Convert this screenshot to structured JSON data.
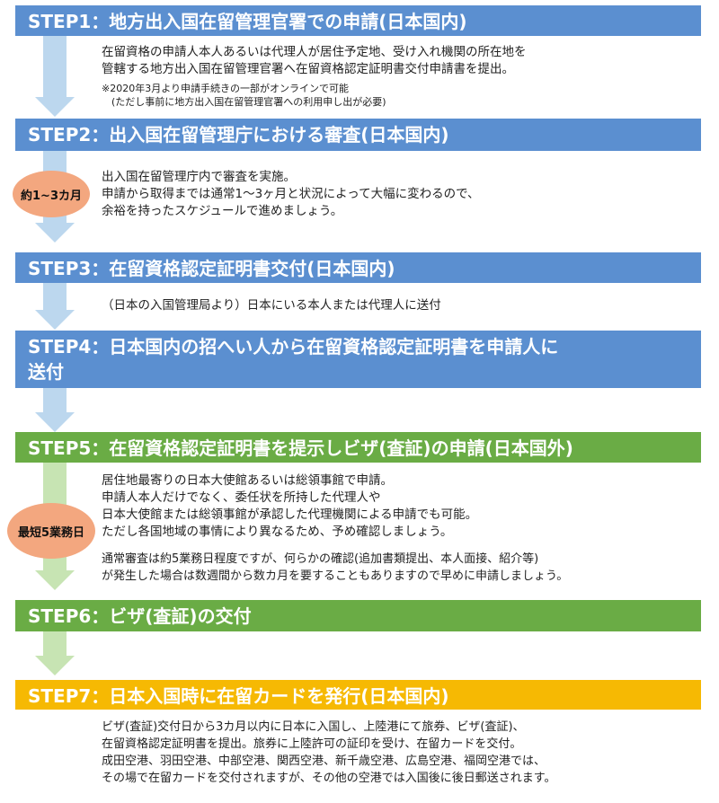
{
  "steps": [
    {
      "label": "STEP1：地方出入国在留管理官署での申請(日本国内)",
      "color": "#5b8fd0"
    },
    {
      "label": "STEP2：出入国在留管理庁における審査(日本国内)",
      "color": "#5b8fd0"
    },
    {
      "label": "STEP3：在留資格認定証明書交付(日本国内)",
      "color": "#5b8fd0"
    },
    {
      "label": "STEP4：日本国内の招へい人から在留資格認定証明書を申請人に\n送付",
      "color": "#5b8fd0"
    },
    {
      "label": "STEP5：在留資格認定証明書を提示しビザ(査証)の申請(日本国外)",
      "color": "#6aac45"
    },
    {
      "label": "STEP6：ビザ(査証)の交付",
      "color": "#6aac45"
    },
    {
      "label": "STEP7：日本入国時に在留カードを発行(日本国内)",
      "color": "#f6b903"
    }
  ],
  "step1_desc": [
    "在留資格の申請人本人あるいは代理人が居住予定地、受け入れ機関の所在地を",
    "管轄する地方出入国在留管理官署へ在留資格認定証明書交付申請書を提出。"
  ],
  "step1_note": [
    "※2020年3月より申請手続きの一部がオンラインで可能",
    "　(ただし事前に地方出入国在留管理官署への利用申し出が必要)"
  ],
  "step2_desc": [
    "出入国在留管理庁内で審査を実施。",
    "申請から取得までは通常1～3ヶ月と状況によって大幅に変わるので、",
    "余裕を持ったスケジュールで進めましょう。"
  ],
  "step2_badge": "約1~3カ月",
  "step3_desc": [
    "（日本の入国管理局より）日本にいる本人または代理人に送付"
  ],
  "step5_desc1": [
    "居住地最寄りの日本大使館あるいは総領事館で申請。",
    "申請人本人だけでなく、委任状を所持した代理人や",
    "日本大使館または総領事館が承認した代理機関による申請でも可能。",
    "ただし各国地域の事情により異なるため、予め確認しましょう。"
  ],
  "step5_desc2": [
    "通常審査は約5業務日程度ですが、何らかの確認(追加書類提出、本人面接、紹介等)",
    "が発生した場合は数週間から数カ月を要することもありますので早めに申請しましょう。"
  ],
  "step5_badge": "最短5業務日",
  "step7_desc": [
    "ビザ(査証)交付日から3カ月以内に日本に入国し、上陸港にて旅券、ビザ(査証)、",
    "在留資格認定証明書を提出。旅券に上陸許可の証印を受け、在留カードを交付。",
    "成田空港、羽田空港、中部空港、関西空港、新千歳空港、広島空港、福岡空港では、",
    "その場で在留カードを交付されますが、その他の空港では入国後に後日郵送されます。"
  ]
}
